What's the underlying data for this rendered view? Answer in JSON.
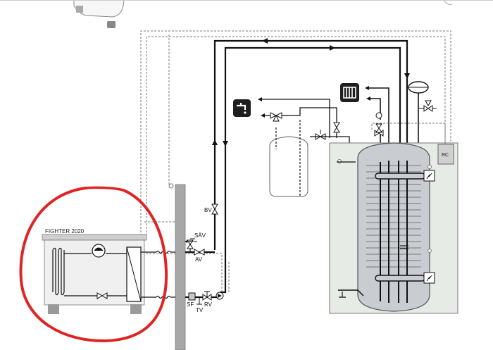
{
  "labels": {
    "unit_title": "FIGHTER 2020",
    "bv": "BV",
    "sav": "SÄV",
    "av": "AV",
    "sf": "SF",
    "rv": "RV",
    "tv": "TV",
    "rc": "RC"
  },
  "icons": {
    "tap": "water-tap-icon",
    "radiator": "radiator-icon",
    "expansion": "expansion-vessel-icon"
  },
  "colors": {
    "annotation_circle": "#e02424",
    "tank_panel": "#e6ebe6",
    "tank_fill": "#c9cdd2",
    "wall": "#a7a7a7",
    "unit_body": "#f0f0f0",
    "icon_bg": "#1e1e1e"
  }
}
